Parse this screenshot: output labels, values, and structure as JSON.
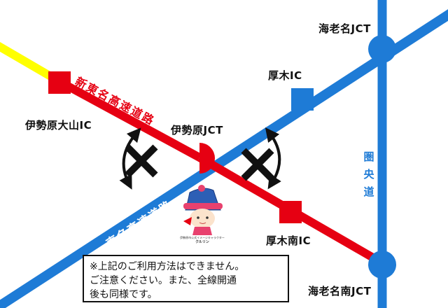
{
  "map": {
    "roads": {
      "shin_tomei": "新東名高速道路",
      "tomei": "東名高速道路",
      "ken_o": [
        "圏",
        "央",
        "道"
      ]
    },
    "interchanges": {
      "isehara_oyama": "伊勢原大山IC",
      "isehara_jct": "伊勢原JCT",
      "atsugi": "厚木IC",
      "atsugi_minami": "厚木南IC",
      "ebina_jct": "海老名JCT",
      "ebina_minami_jct": "海老名南JCT"
    },
    "colors": {
      "shin_tomei": "#e60012",
      "tomei_and_ken_o": "#1e7bd6",
      "unopened_section": "#ffff00",
      "no_entry_symbol": "#111111"
    },
    "notice": [
      "※上記のご利用方法はできません。",
      "ご注意ください。また、全線開通",
      "後も同様です。"
    ],
    "mascot": {
      "caption": "伊勢原市公式イメージキャラクター",
      "name": "クルリン",
      "icon": "mascot-kururin-icon"
    }
  }
}
